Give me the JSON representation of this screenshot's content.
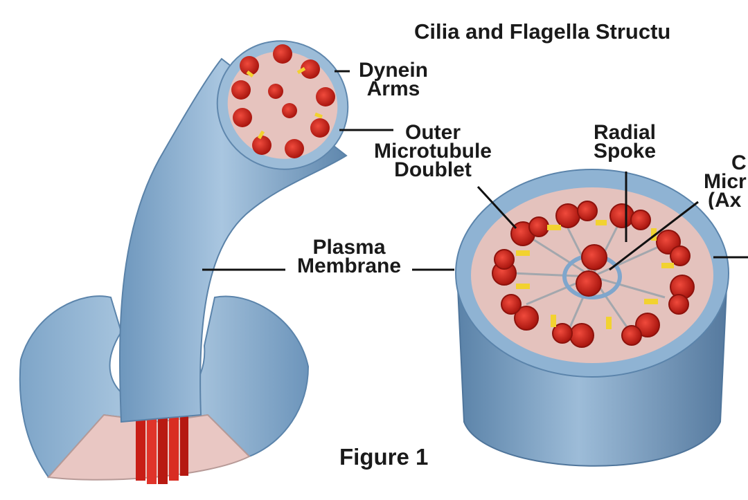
{
  "title": "Cilia and Flagella Structu",
  "figure_label": "Figure 1",
  "labels": {
    "dynein_line1": "Dynein",
    "dynein_line2": "Arms",
    "outer_line1": "Outer",
    "outer_line2": "Microtubule",
    "outer_line3": "Doublet",
    "radial_line1": "Radial",
    "radial_line2": "Spoke",
    "central_line1": "C",
    "central_line2": "Micr",
    "central_line3": "(Ax",
    "plasma_line1": "Plasma",
    "plasma_line2": "Membrane"
  },
  "colors": {
    "membrane": "#8fb3d3",
    "membrane_dark": "#5f87ad",
    "microtubule": "#d7281f",
    "dynein": "#f2d230",
    "interior": "#e8c8c2",
    "text": "#1a1a1a"
  }
}
